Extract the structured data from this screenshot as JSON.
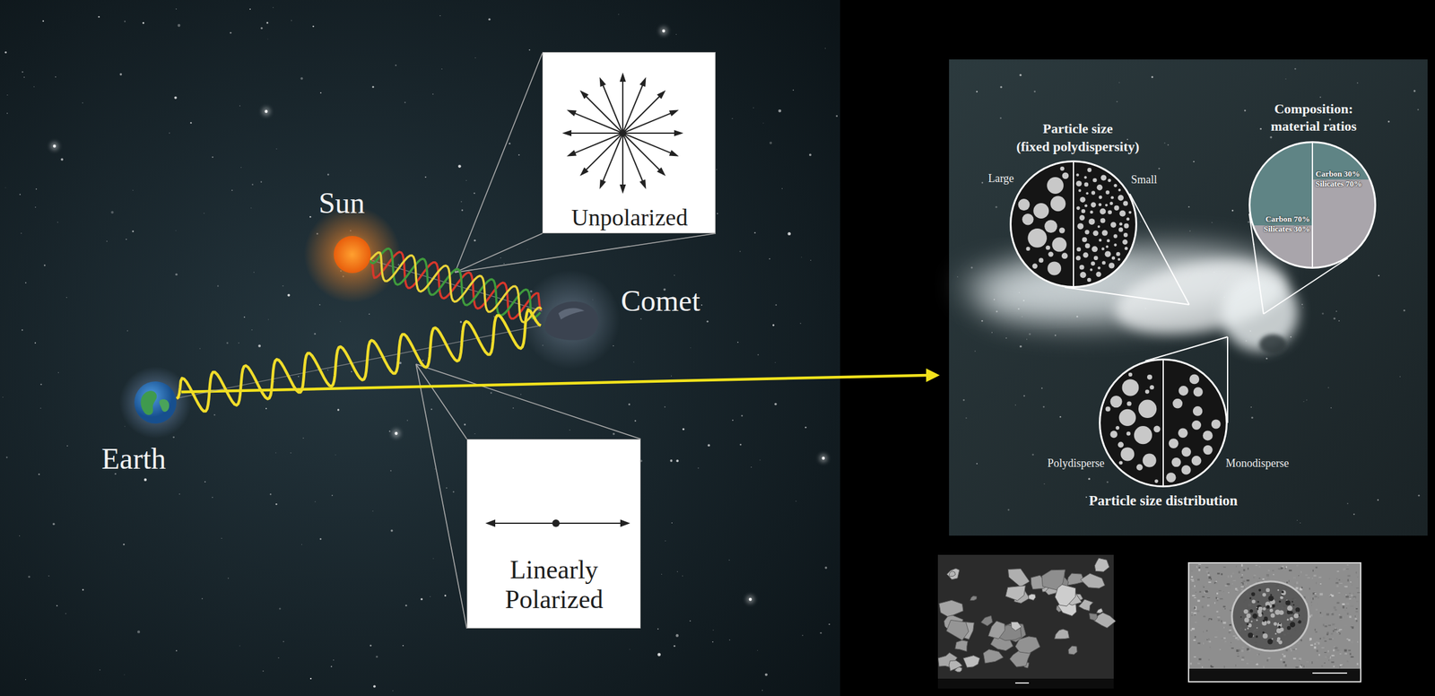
{
  "diagram": {
    "nodes": [
      {
        "text": [
          "Sun"
        ]
      },
      {
        "text": [
          "Comet"
        ]
      },
      {
        "text": [
          "Earth"
        ]
      },
      {
        "text": [
          "Unpolarized"
        ]
      },
      {
        "text": [
          "Linearly Polarized"
        ]
      },
      {
        "text": [
          "Particle size (fixed polydispersity)",
          "Large",
          "Small"
        ]
      },
      {
        "text": [
          "Composition: material ratios",
          "Carbon 30% Silicates 70%",
          "Carbon 70% Silicates 30%"
        ]
      },
      {
        "text": [
          "Polydisperse",
          "Monodisperse",
          "Particle size distribution"
        ]
      }
    ],
    "edges": [
      {
        "from": 0,
        "to": 1,
        "arrow": "none"
      },
      {
        "from": 1,
        "to": 2,
        "arrow": "none"
      }
    ]
  }
}
